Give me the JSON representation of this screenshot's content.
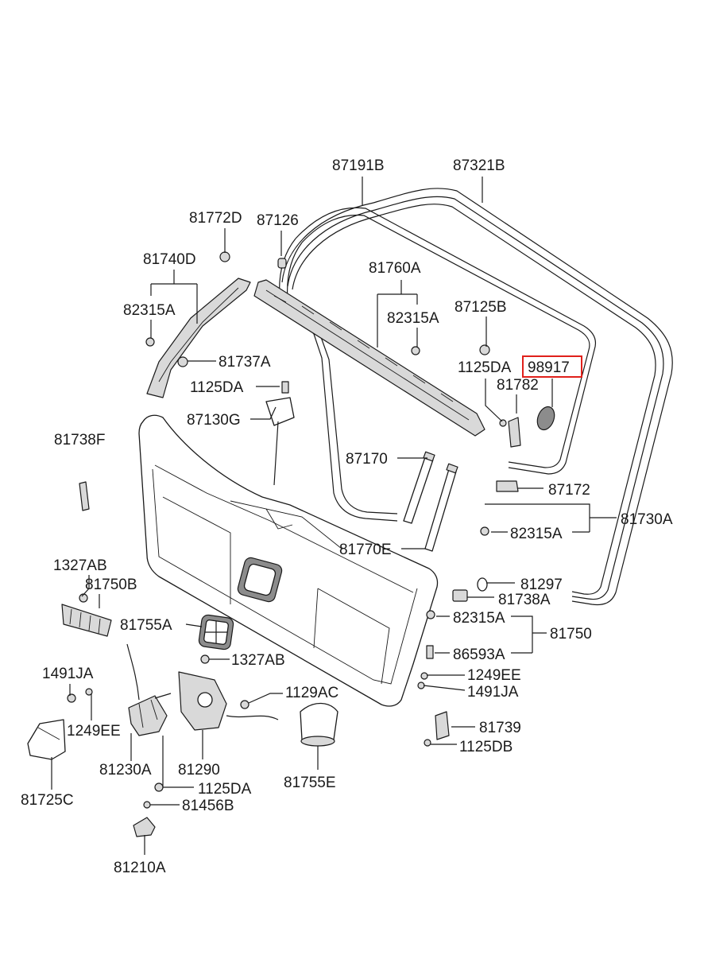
{
  "labels": {
    "l87191B": "87191B",
    "l87321B": "87321B",
    "l81772D": "81772D",
    "l87126": "87126",
    "l81740D": "81740D",
    "l81760A": "81760A",
    "l82315A_1": "82315A",
    "l82315A_2": "82315A",
    "l87125B": "87125B",
    "l81737A": "81737A",
    "l1125DA_1": "1125DA",
    "l98917": "98917",
    "l1125DA_2": "1125DA",
    "l81782": "81782",
    "l87130G": "87130G",
    "l81738F": "81738F",
    "l87170": "87170",
    "l87172": "87172",
    "l81730A": "81730A",
    "l82315A_3": "82315A",
    "l81770E": "81770E",
    "l1327AB_1": "1327AB",
    "l81750B": "81750B",
    "l81297": "81297",
    "l81738A": "81738A",
    "l81755A": "81755A",
    "l82315A_4": "82315A",
    "l81750": "81750",
    "l86593A": "86593A",
    "l1327AB_2": "1327AB",
    "l1491JA_1": "1491JA",
    "l1249EE_1": "1249EE",
    "l1129AC": "1129AC",
    "l1491JA_2": "1491JA",
    "l1249EE_2": "1249EE",
    "l81739": "81739",
    "l81230A": "81230A",
    "l81290": "81290",
    "l1125DB": "1125DB",
    "l81725C": "81725C",
    "l1125DA_3": "1125DA",
    "l81755E": "81755E",
    "l81456B": "81456B",
    "l81210A": "81210A"
  },
  "highlight": {
    "part": "98917",
    "color": "#e0201b"
  }
}
